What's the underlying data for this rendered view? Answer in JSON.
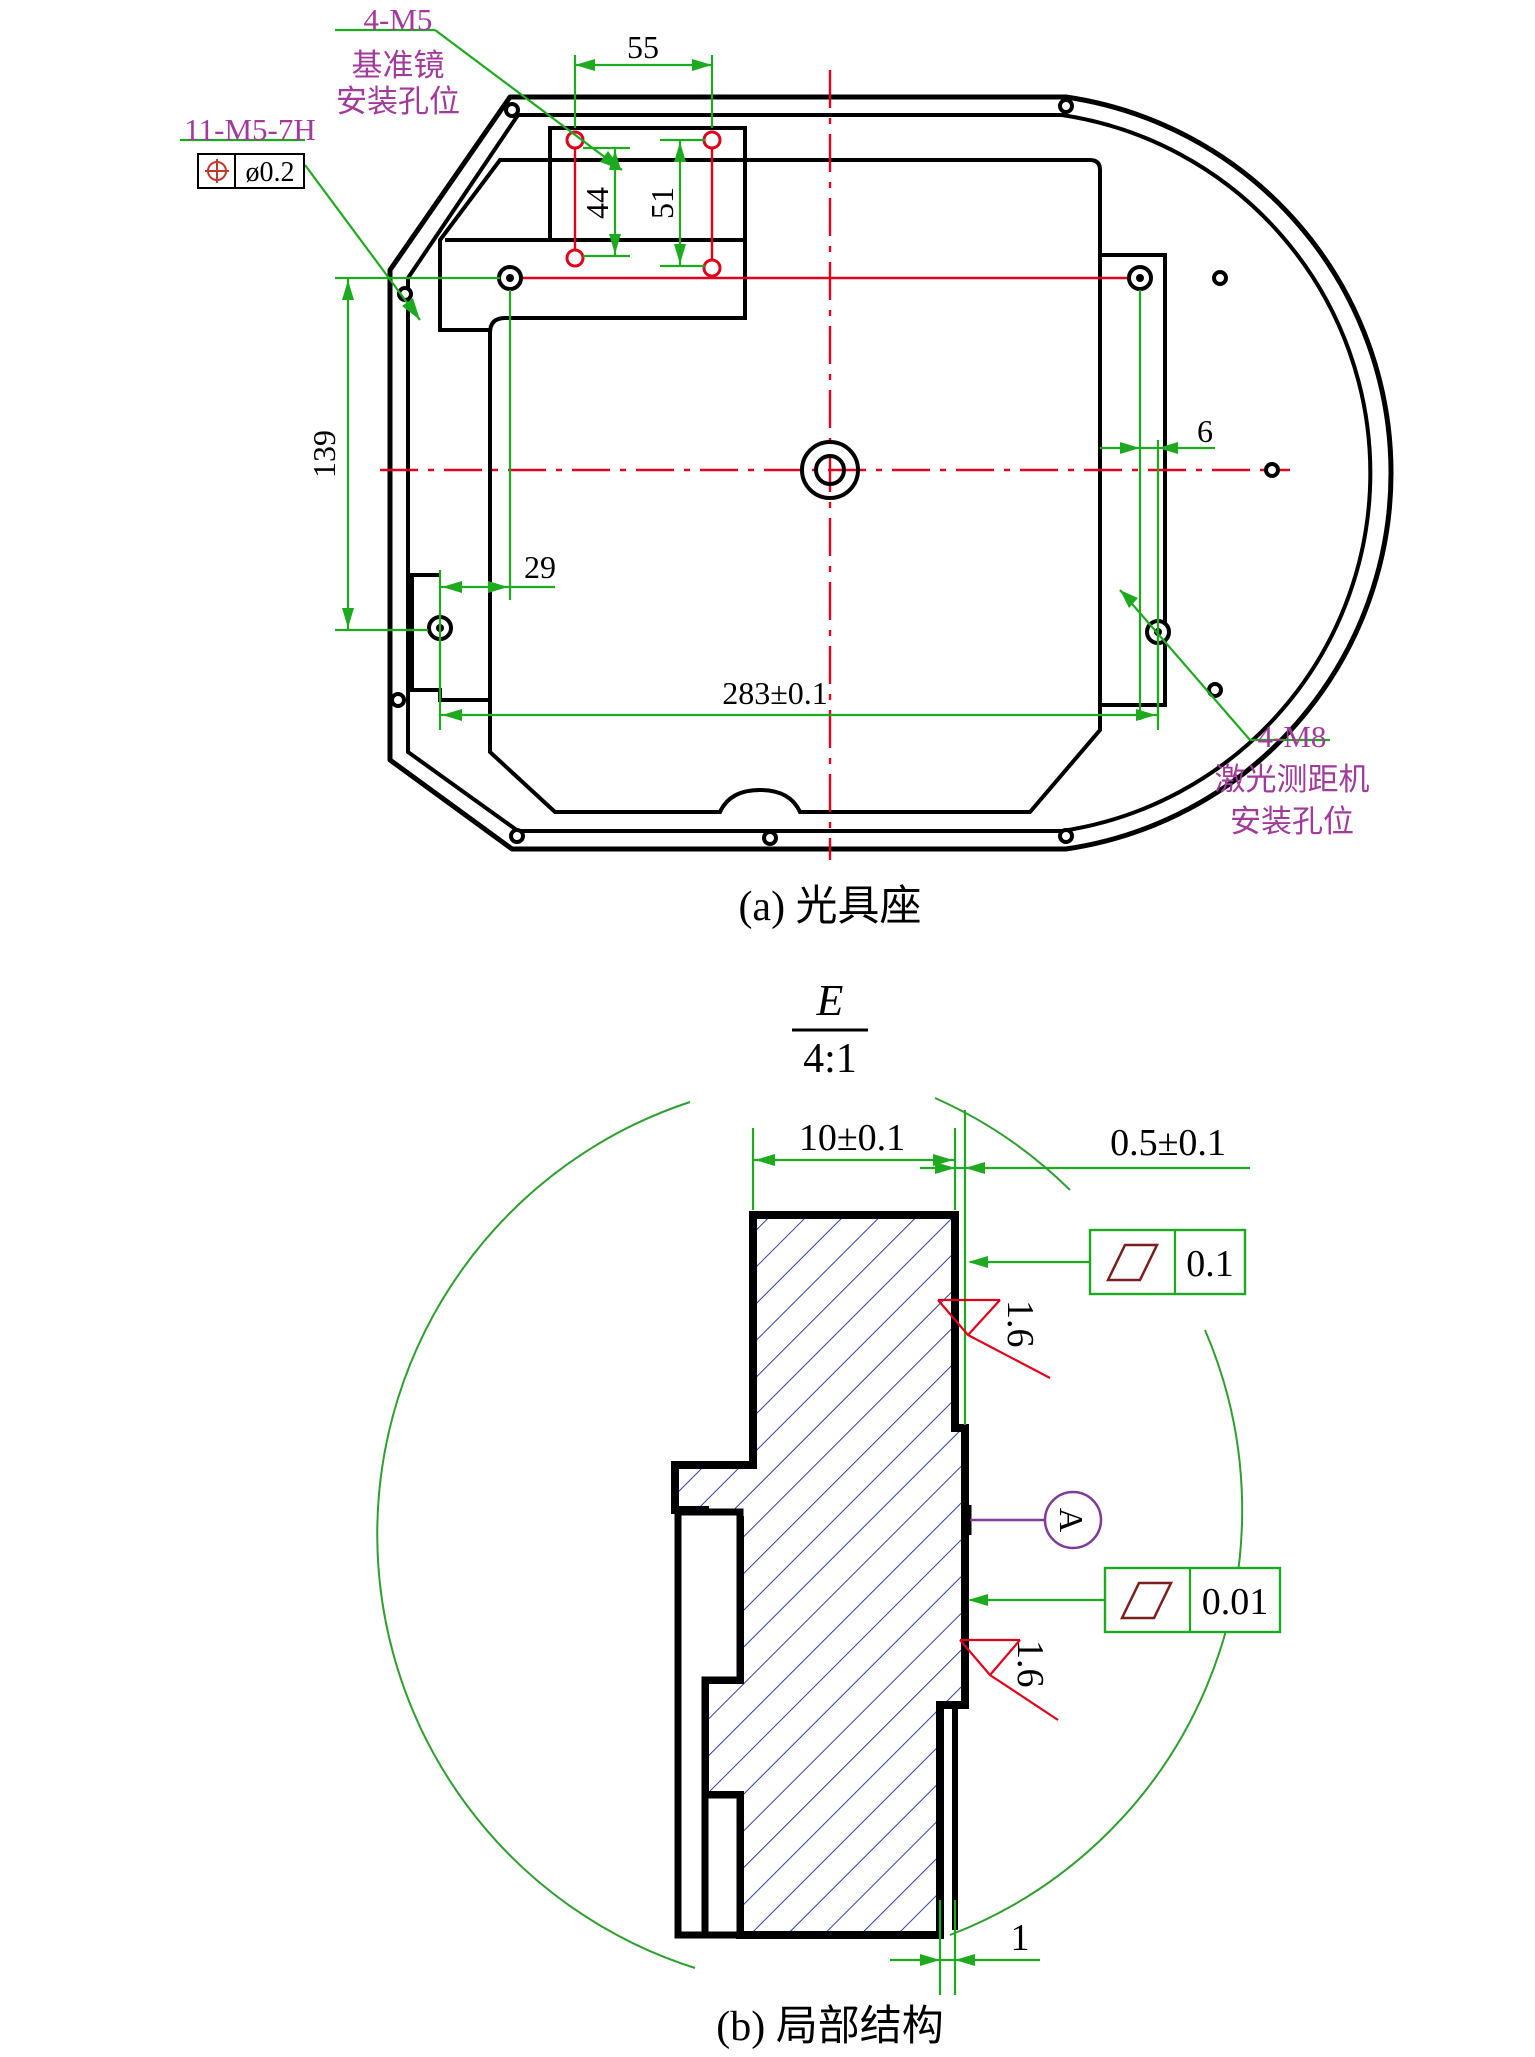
{
  "figure_a": {
    "caption": "(a) 光具座",
    "labels": {
      "ref_mirror_thread": "4-M5",
      "ref_mirror_line1": "基准镜",
      "ref_mirror_line2": "安装孔位",
      "thread_11": "11-M5-7H",
      "position_tol": "ø0.2",
      "laser_thread": "4-M8",
      "laser_line1": "激光测距机",
      "laser_line2": "安装孔位"
    },
    "dimensions": {
      "d55": "55",
      "d44": "44",
      "d51": "51",
      "d139": "139",
      "d29": "29",
      "d6": "6",
      "d283": "283±0.1"
    }
  },
  "figure_b": {
    "caption": "(b) 局部结构",
    "view_letter": "E",
    "scale": "4:1",
    "dimensions": {
      "width": "10±0.1",
      "offset": "0.5±0.1",
      "bottom": "1"
    },
    "flatness_1": "0.1",
    "flatness_2": "0.01",
    "roughness_1": "1.6",
    "roughness_2": "1.6",
    "datum": "A"
  },
  "colors": {
    "dimension": "#1eaa1e",
    "centerline": "#e0001b",
    "label": "#a23a9c"
  }
}
